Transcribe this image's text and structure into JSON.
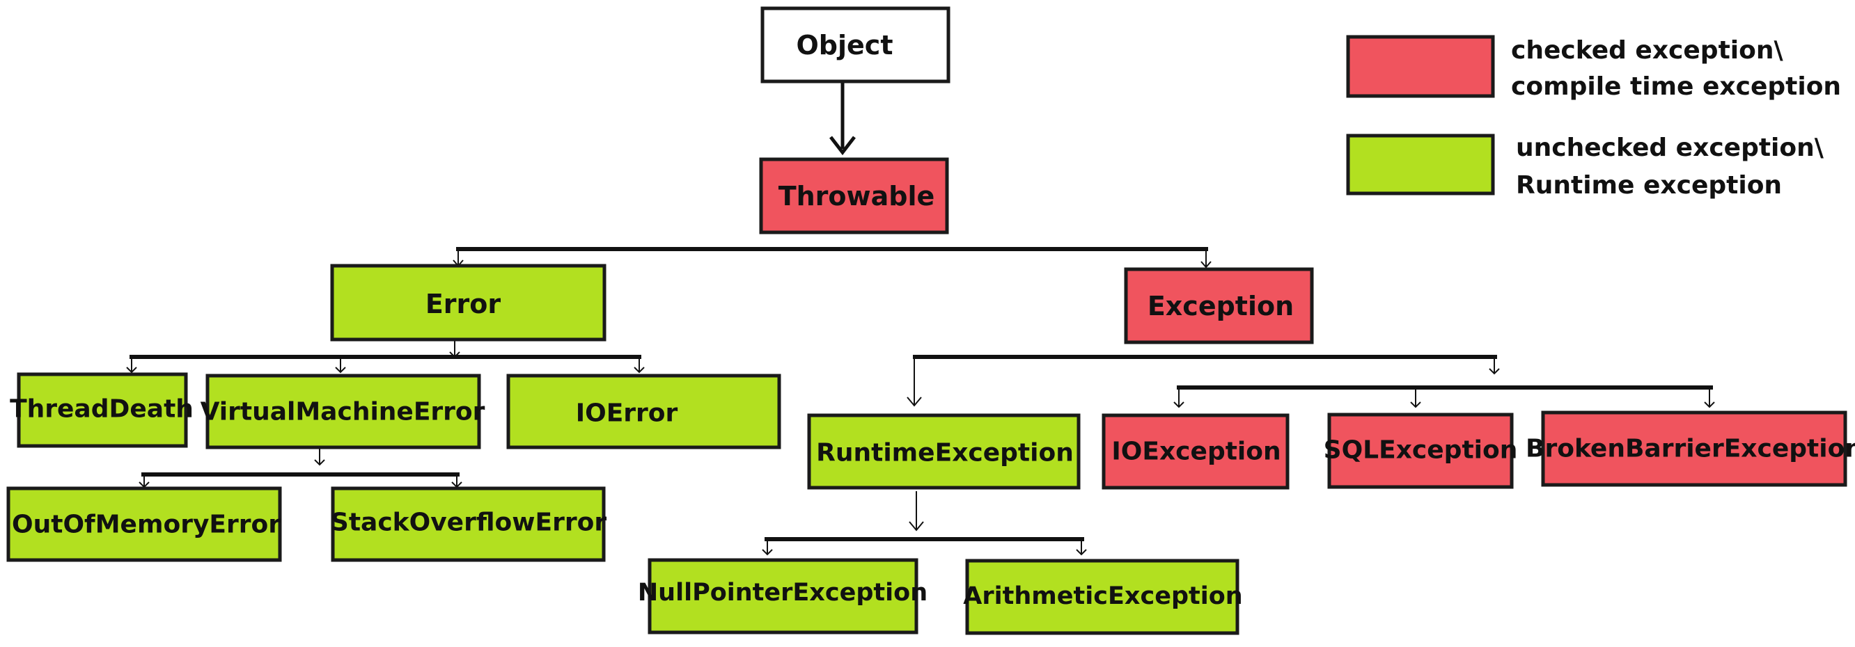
{
  "colors": {
    "checked": "#f0545e",
    "unchecked": "#b2e020",
    "neutral": "#ffffff"
  },
  "legend": {
    "checked": {
      "line1": "checked exception\\",
      "line2": "compile time exception"
    },
    "unchecked": {
      "line1": "unchecked exception\\",
      "line2": "Runtime exception"
    }
  },
  "nodes": {
    "object": {
      "label": "Object",
      "kind": "neutral"
    },
    "throwable": {
      "label": "Throwable",
      "kind": "checked"
    },
    "error": {
      "label": "Error",
      "kind": "unchecked"
    },
    "exception": {
      "label": "Exception",
      "kind": "checked"
    },
    "threaddeath": {
      "label": "ThreadDeath",
      "kind": "unchecked"
    },
    "vme": {
      "label": "VirtualMachineError",
      "kind": "unchecked"
    },
    "ioerror": {
      "label": "IOError",
      "kind": "unchecked"
    },
    "oome": {
      "label": "OutOfMemoryError",
      "kind": "unchecked"
    },
    "soe": {
      "label": "StackOverflowError",
      "kind": "unchecked"
    },
    "runtime": {
      "label": "RuntimeException",
      "kind": "unchecked"
    },
    "ioexception": {
      "label": "IOException",
      "kind": "checked"
    },
    "sqlexception": {
      "label": "SQLException",
      "kind": "checked"
    },
    "bbe": {
      "label": "BrokenBarrierException",
      "kind": "checked"
    },
    "npe": {
      "label": "NullPointerException",
      "kind": "unchecked"
    },
    "arith": {
      "label": "ArithmeticException",
      "kind": "unchecked"
    }
  }
}
